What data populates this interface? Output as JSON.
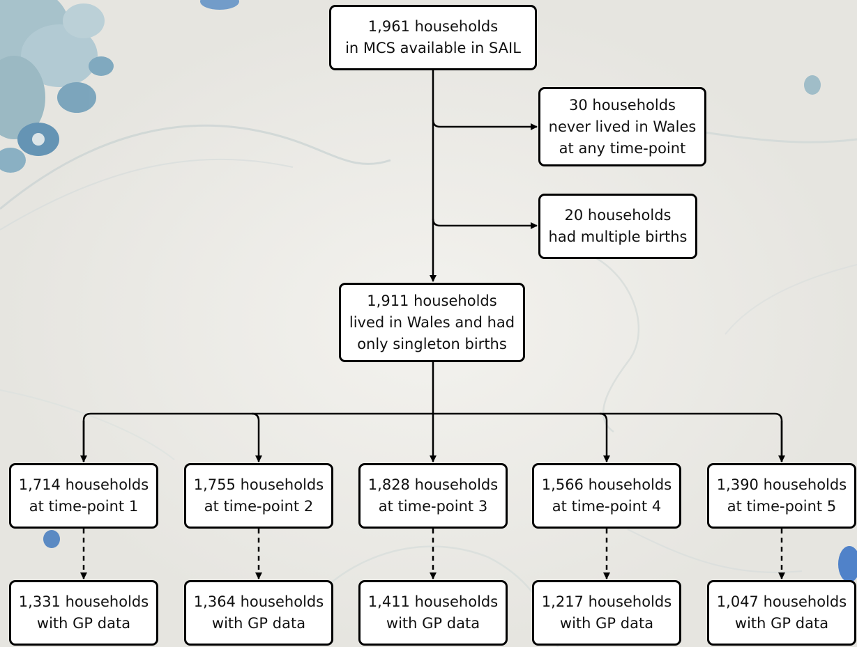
{
  "flow": {
    "root": {
      "line1": "1,961 households",
      "line2": "in MCS available in SAIL"
    },
    "exclusions": [
      {
        "line1": "30 households",
        "line2": "never lived in Wales",
        "line3": "at any time-point"
      },
      {
        "line1": "20 households",
        "line2": "had multiple births"
      }
    ],
    "cohort": {
      "line1": "1,911 households",
      "line2": "lived in Wales and had",
      "line3": "only singleton births"
    },
    "timepoints": [
      {
        "count": "1,714 households",
        "label": "at time-point 1",
        "gp_count": "1,331 households",
        "gp_label": "with GP data"
      },
      {
        "count": "1,755 households",
        "label": "at time-point 2",
        "gp_count": "1,364 households",
        "gp_label": "with GP data"
      },
      {
        "count": "1,828 households",
        "label": "at time-point 3",
        "gp_count": "1,411 households",
        "gp_label": "with GP data"
      },
      {
        "count": "1,566 households",
        "label": "at time-point 4",
        "gp_count": "1,217 households",
        "gp_label": "with GP data"
      },
      {
        "count": "1,390 households",
        "label": "at time-point 5",
        "gp_count": "1,047 households",
        "gp_label": "with GP data"
      }
    ]
  }
}
